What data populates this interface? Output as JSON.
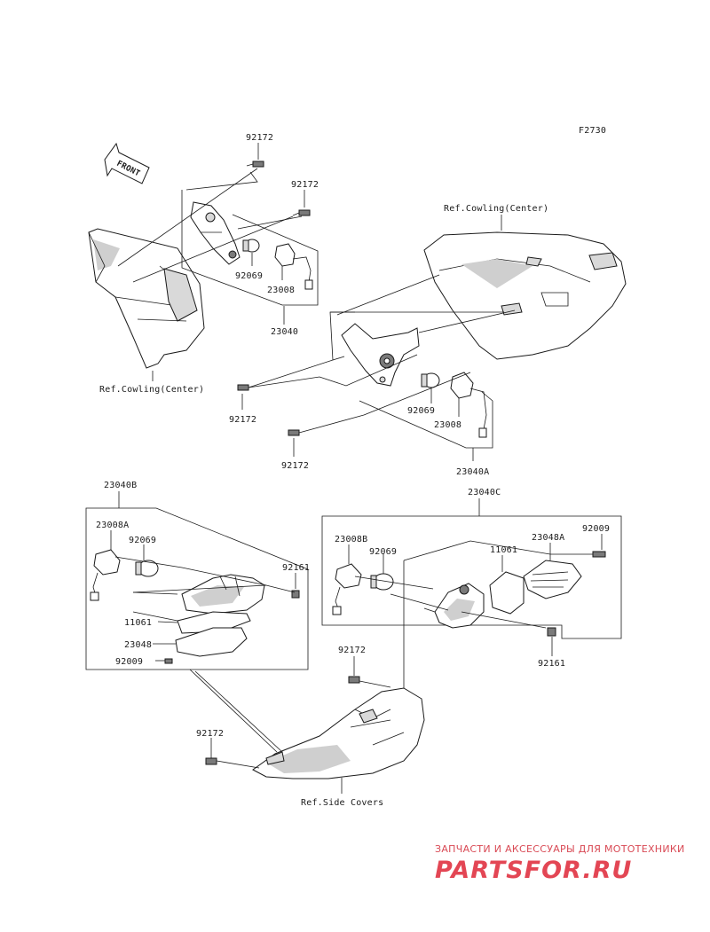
{
  "figure_code": "F2730",
  "front_label": "FRONT",
  "labels": {
    "bolt_top_1": "92172",
    "bolt_top_2": "92172",
    "bulb_top": "92069",
    "socket_top": "23008",
    "assy_top": "23040",
    "ref_cowling_left": "Ref.Cowling(Center)",
    "ref_cowling_right": "Ref.Cowling(Center)",
    "bolt_mid_1": "92172",
    "bolt_mid_2": "92172",
    "bulb_mid": "92069",
    "socket_mid": "23008",
    "assy_mid": "23040A",
    "assy_b": "23040B",
    "socket_b": "23008A",
    "bulb_b": "92069",
    "nut_b": "92161",
    "lens_b": "11061",
    "housing_b": "23048",
    "screw_b": "92009",
    "assy_c": "23040C",
    "socket_c": "23008B",
    "bulb_c": "92069",
    "lens_c": "11061",
    "housing_c": "23048A",
    "screw_c": "92009",
    "nut_c": "92161",
    "bolt_low_1": "92172",
    "bolt_low_2": "92172",
    "ref_side_covers": "Ref.Side Covers"
  },
  "watermark": {
    "subtitle": "ЗАПЧАСТИ И АКСЕССУАРЫ ДЛЯ МОТОТЕХНИКИ",
    "logo": "PARTSFOR.RU"
  }
}
